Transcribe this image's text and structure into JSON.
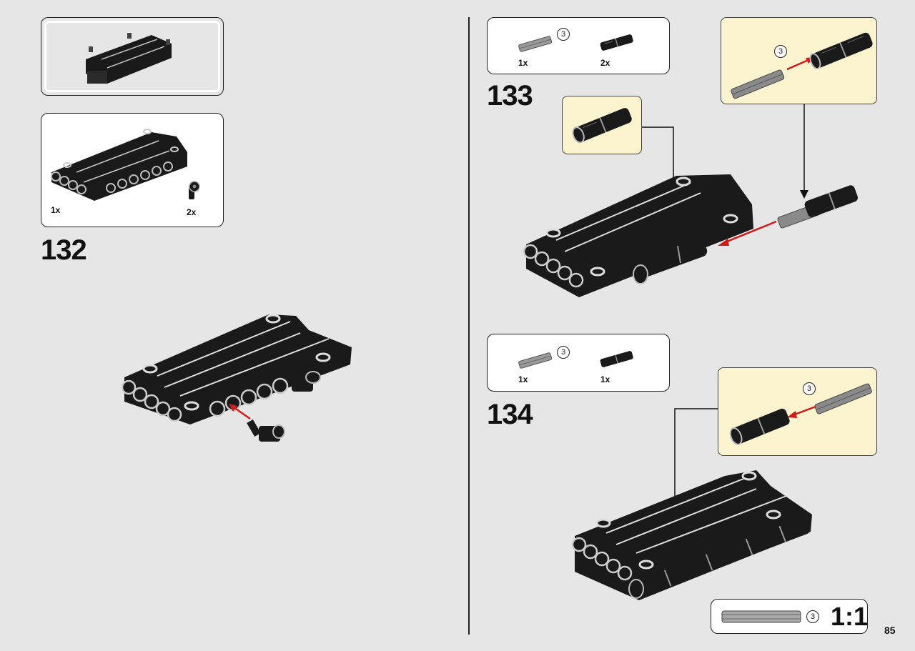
{
  "steps": [
    {
      "number": "132",
      "parts": [
        {
          "qty": "1x"
        },
        {
          "qty": "2x"
        }
      ]
    },
    {
      "number": "133",
      "parts": [
        {
          "qty": "1x",
          "length": "3"
        },
        {
          "qty": "2x"
        }
      ],
      "callout_length": "3"
    },
    {
      "number": "134",
      "parts": [
        {
          "qty": "1x",
          "length": "3"
        },
        {
          "qty": "1x"
        }
      ],
      "callout_length": "3"
    }
  ],
  "ruler": {
    "length": "3",
    "scale": "1:1"
  },
  "page_number": "85",
  "colors": {
    "background": "#e6e6e6",
    "callout": "#fcf4cf",
    "arrow_red": "#d11a1a",
    "part_black": "#1a1a1a"
  }
}
